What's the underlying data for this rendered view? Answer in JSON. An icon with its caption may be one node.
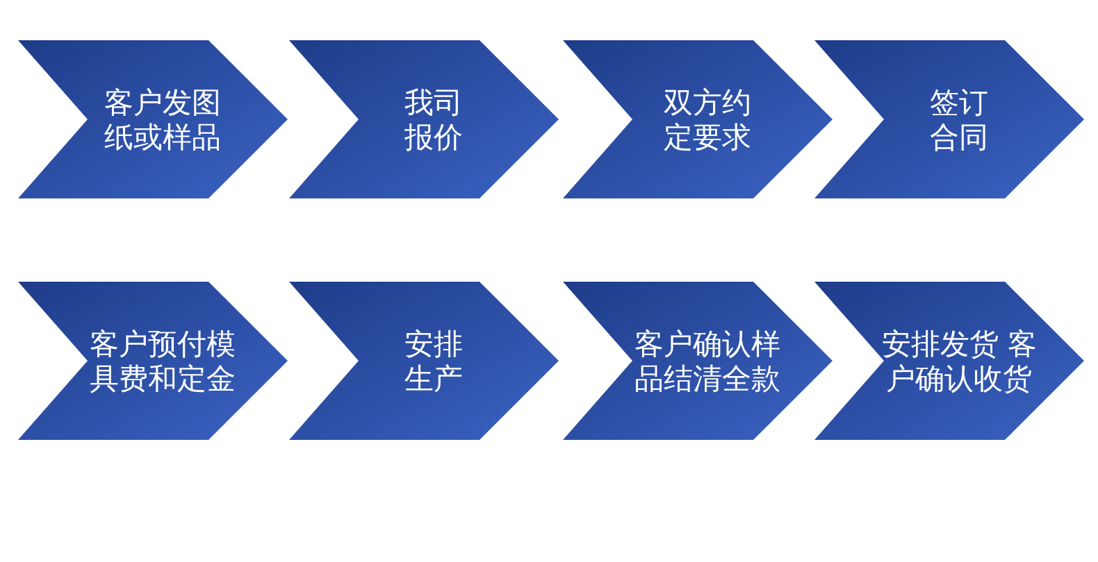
{
  "diagram": {
    "nodes": [
      {
        "text": [
          "客户发图纸或样品"
        ]
      },
      {
        "text": [
          "我司报价"
        ]
      },
      {
        "text": [
          "双方约定要求"
        ]
      },
      {
        "text": [
          "签订合同"
        ]
      },
      {
        "text": [
          "客户预付模具费和定金"
        ]
      },
      {
        "text": [
          "安排生产"
        ]
      },
      {
        "text": [
          "客户确认样品结清全款"
        ]
      },
      {
        "text": [
          "安排发货 客户确认收货"
        ]
      }
    ]
  }
}
